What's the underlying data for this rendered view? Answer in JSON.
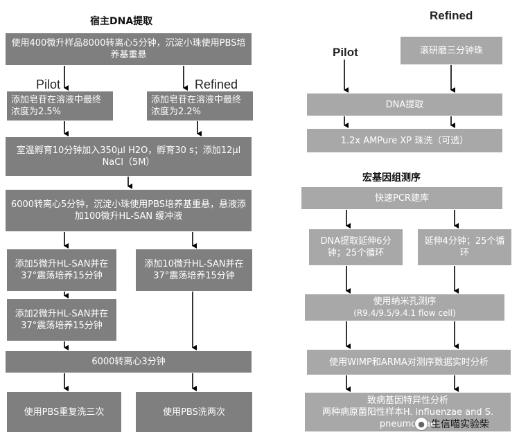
{
  "left": {
    "title": "宿主DNA提取",
    "pilot_label": "Pilot",
    "refined_label": "Refined",
    "step1": "使用400微升样品8000转离心5分钟，沉淀小珠使用PBS培养基重悬",
    "saponin_pilot": "添加皂苷在溶液中最终浓度为2.5%",
    "saponin_refined": "添加皂苷在溶液中最终浓度为2.2%",
    "incubate": "室温孵育10分钟加入350μl H2O，孵育30 s；添加12μl NaCl（5M）",
    "centrifuge6000": "6000转离心5分钟，沉淀小珠使用PBS培养基重悬，悬液添加100微升HL-SAN 缓冲液",
    "hlsan5": "添加5微升HL-SAN并在37°震荡培养15分钟",
    "hlsan10": "添加10微升HL-SAN并在37°震荡培养15分钟",
    "hlsan2": "添加2微升HL-SAN并在37°震荡培养15分钟",
    "centrifuge3": "6000转离心3分钟",
    "wash3": "使用PBS重复洗三次",
    "wash2": "使用PBS洗两次"
  },
  "right_top": {
    "pilot_label": "Pilot",
    "refined_label": "Refined",
    "bead_beat": "滚研磨三分钟珠",
    "dna_extract": "DNA提取",
    "ampure": "1.2x AMPure XP 珠洗（可选）"
  },
  "right_bottom": {
    "title": "宏基因组测序",
    "pcr": "快速PCR建库",
    "ext6": "DNA提取延伸6分钟；25个循环",
    "ext4": "延伸4分钟；25个循环",
    "nanopore": "使用纳米孔测序",
    "flowcell": "(R9.4/9.5/9.4.1 flow cell)",
    "analysis": "使用WIMP和ARMA对测序数据实时分析",
    "pathogen_line1": "致病基因特异性分析",
    "pathogen_line2": "两种病原菌阳性样本H. influenzae and S. pneumoniae"
  },
  "watermark": {
    "text": "生信喵实验柴",
    "icon": "wechat-logo-icon"
  },
  "colors": {
    "box_dark": "#7f7f7f",
    "box_light": "#a8a8a8",
    "arrow": "#000000",
    "text_on_box": "#ffffff"
  }
}
